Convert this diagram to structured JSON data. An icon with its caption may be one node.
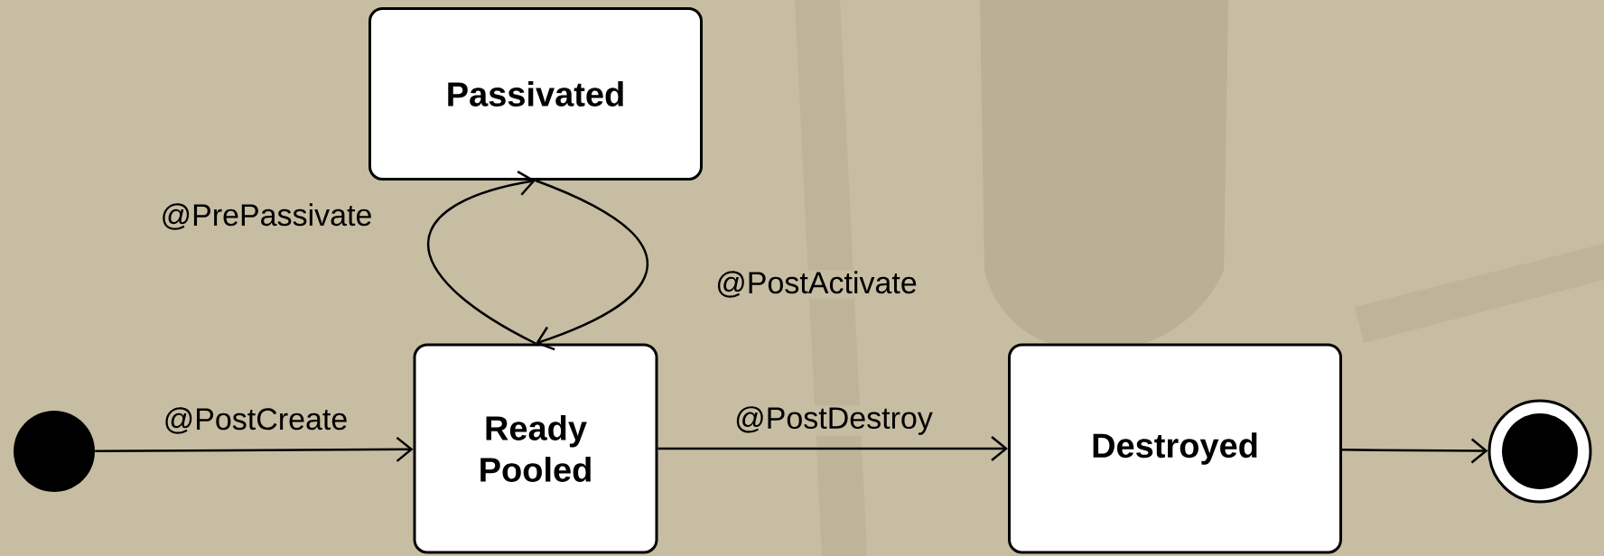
{
  "diagram": {
    "nodes": [
      {
        "text": [],
        "shape": "circle"
      },
      {
        "text": [
          "Passivated"
        ]
      },
      {
        "text": [
          "Ready Pooled"
        ]
      },
      {
        "text": [
          "Destroyed"
        ]
      },
      {
        "text": [],
        "shape": "circle"
      }
    ],
    "edges": [
      {
        "from": 0,
        "to": 2,
        "arrow": "to",
        "label": "@PostCreate"
      },
      {
        "from": 2,
        "to": 1,
        "arrow": "to",
        "label": "@PrePassivate"
      },
      {
        "from": 1,
        "to": 2,
        "arrow": "to",
        "label": "@PostActivate"
      },
      {
        "from": 2,
        "to": 3,
        "arrow": "to",
        "label": "@PostDestroy"
      },
      {
        "from": 3,
        "to": 4,
        "arrow": "to"
      }
    ]
  }
}
